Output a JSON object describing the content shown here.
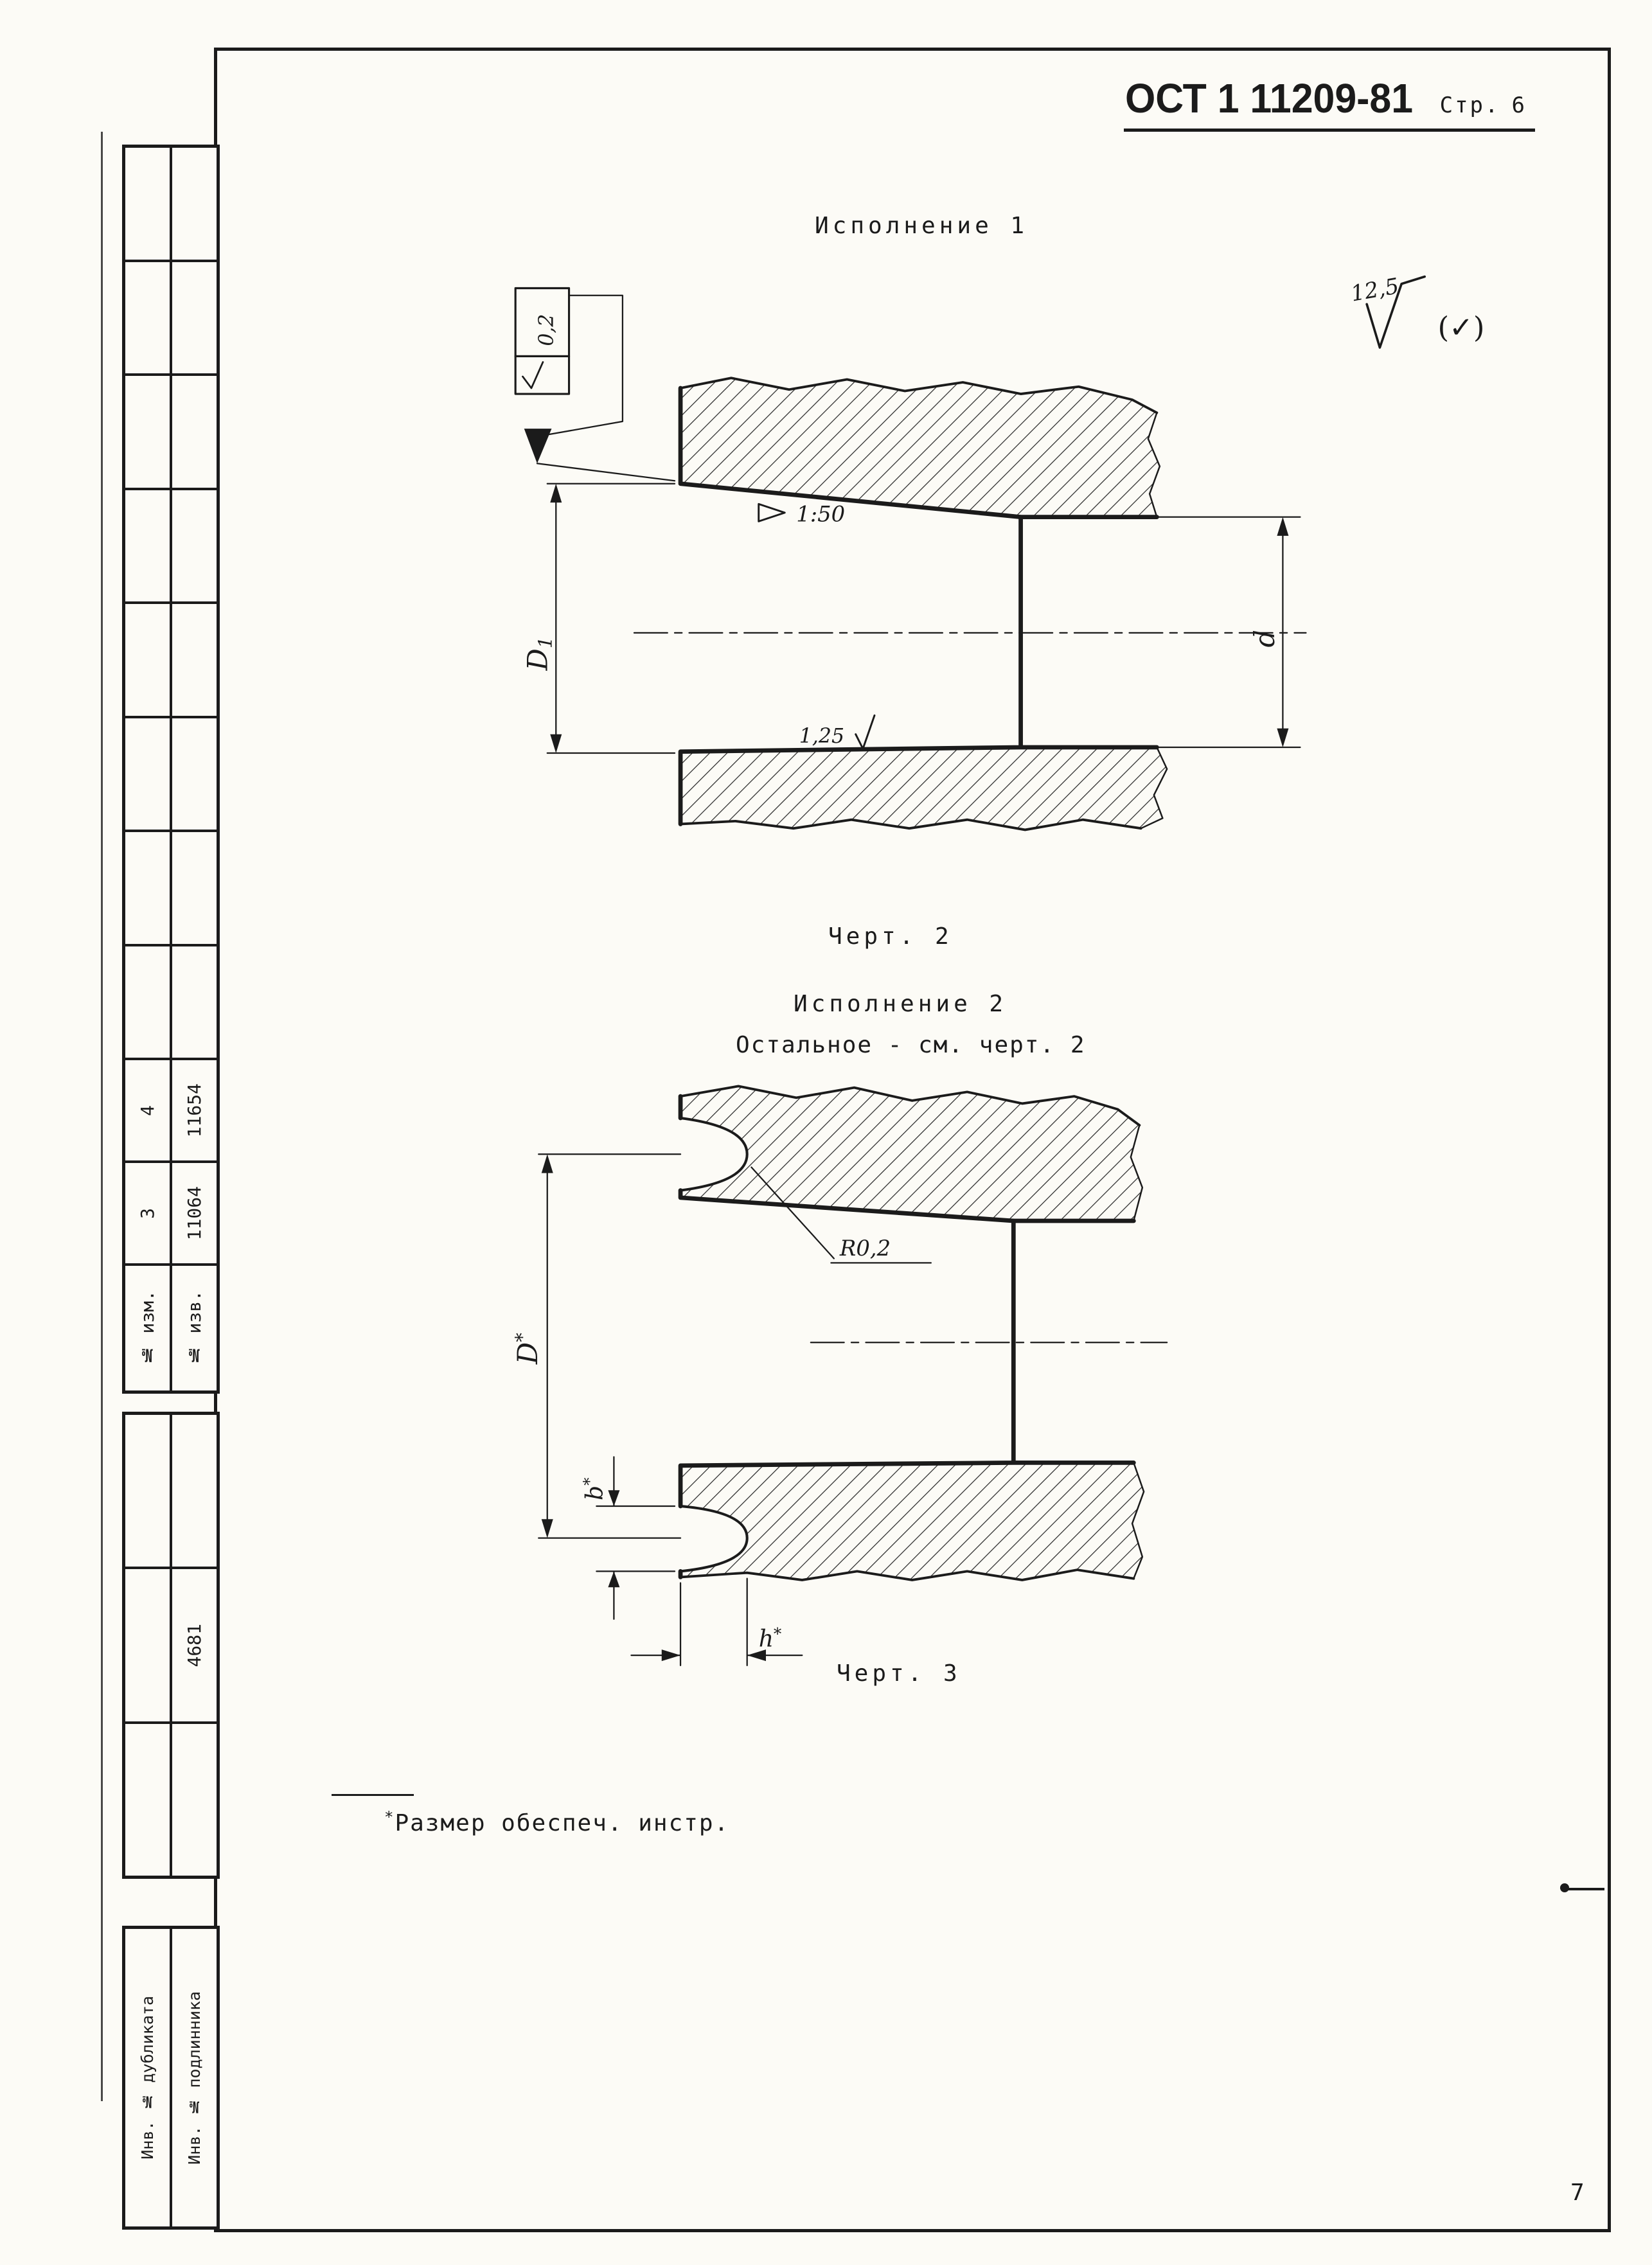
{
  "header": {
    "standard": "ОСТ 1 11209-81",
    "page_label": "Стр.",
    "page_number": "6"
  },
  "sheet_number": "7",
  "stamp": {
    "rows": [
      {
        "izm": "4",
        "izv": "11654"
      },
      {
        "izm": "3",
        "izv": "11064"
      }
    ],
    "izm_label": "№ изм.",
    "izv_label": "№ изв.",
    "order_number": "4681",
    "inv_duplicate": "Инв. № дубликата",
    "inv_original": "Инв. № подлинника"
  },
  "figure2": {
    "variant_title": "Исполнение 1",
    "caption": "Черт. 2",
    "general_roughness": "12,5",
    "other_surfaces_symbol": "(✓)",
    "bore_roughness": "0,2",
    "taper": "1:50",
    "cone_roughness": "1,25",
    "dim_large_dia_base": "D",
    "dim_large_dia_sub": "1",
    "dim_small_dia": "d"
  },
  "figure3": {
    "variant_title": "Исполнение 2",
    "reference_note": "Остальное - см. черт. 2",
    "caption": "Черт. 3",
    "groove_radius": "R0,2",
    "dim_dia_base": "D",
    "dim_slot_width_base": "b",
    "dim_slot_depth_base": "h",
    "sup_marker": "*"
  },
  "footnote": {
    "marker": "*",
    "text": "Размер обеспеч. инстр."
  }
}
